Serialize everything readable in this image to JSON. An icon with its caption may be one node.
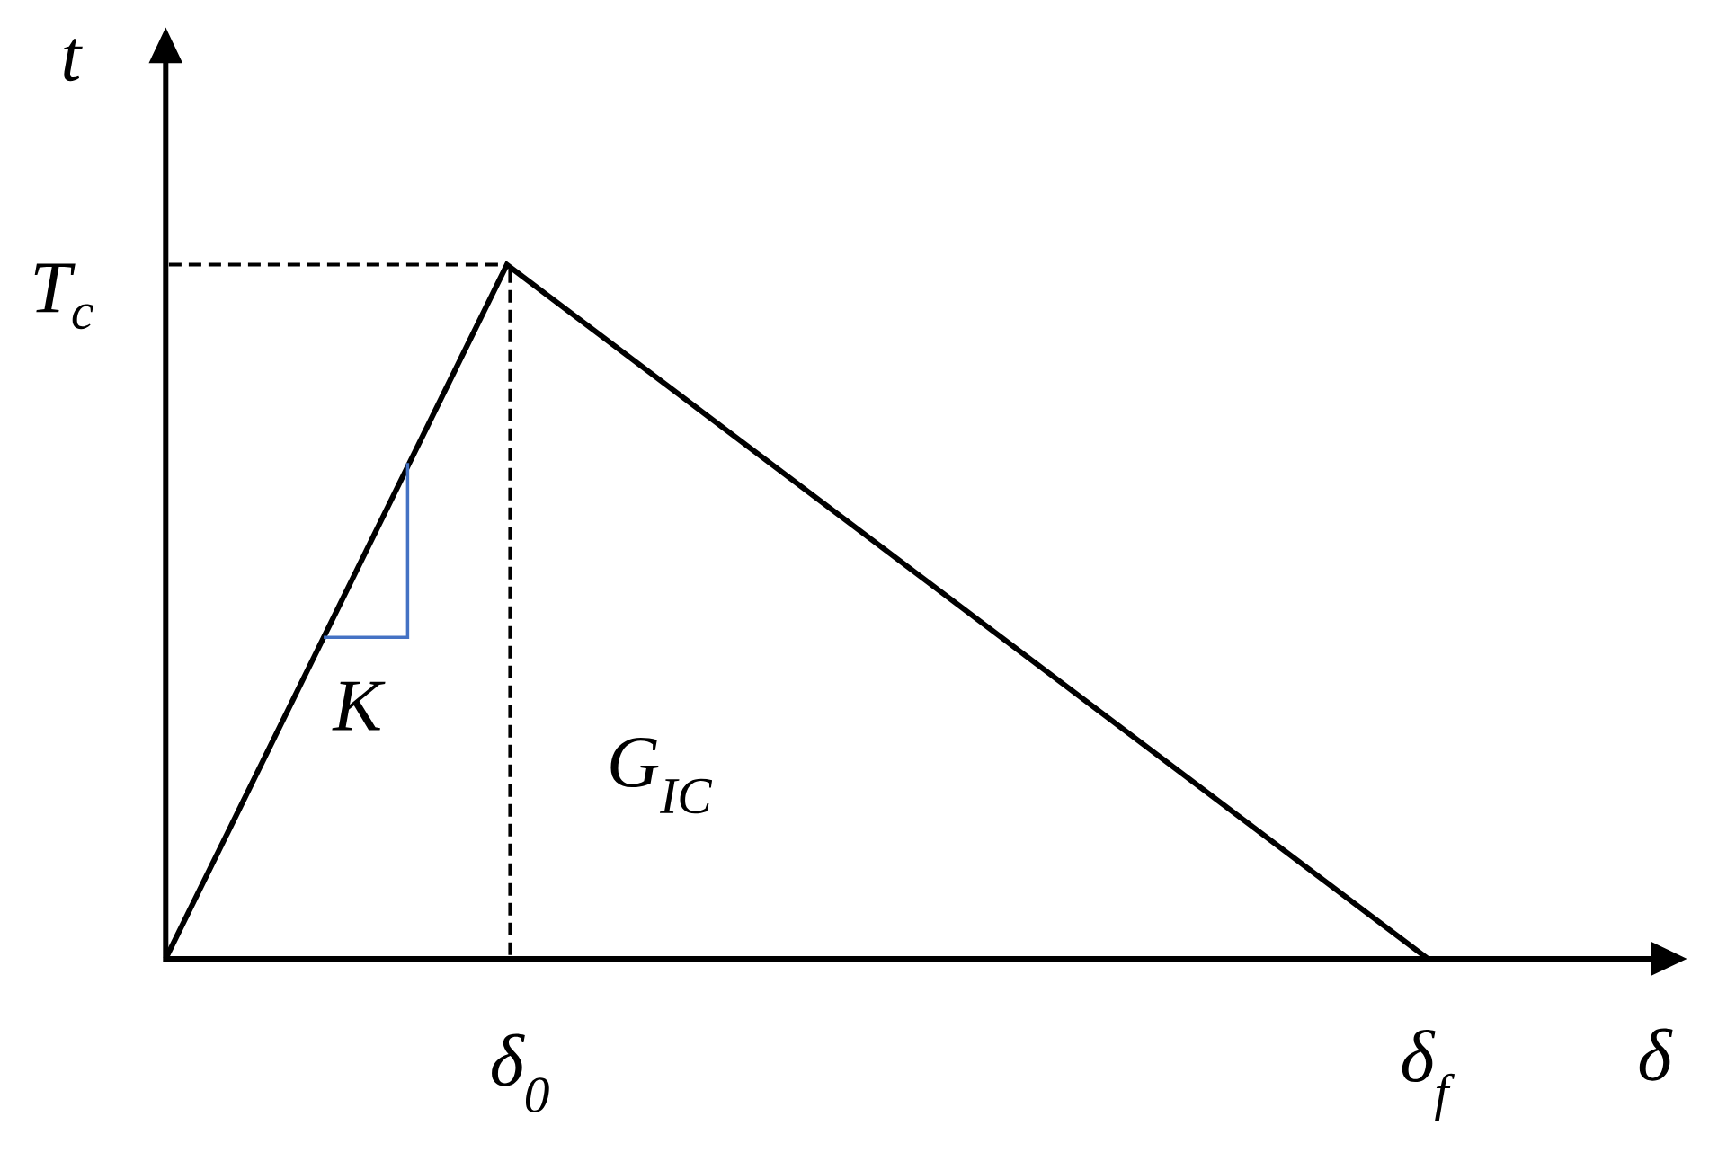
{
  "diagram": {
    "labels": [
      "t",
      "T$_{c}$",
      "K",
      "G$_{IC}$",
      "δ$_{0}$",
      "δ$_{f}$",
      "δ"
    ]
  }
}
